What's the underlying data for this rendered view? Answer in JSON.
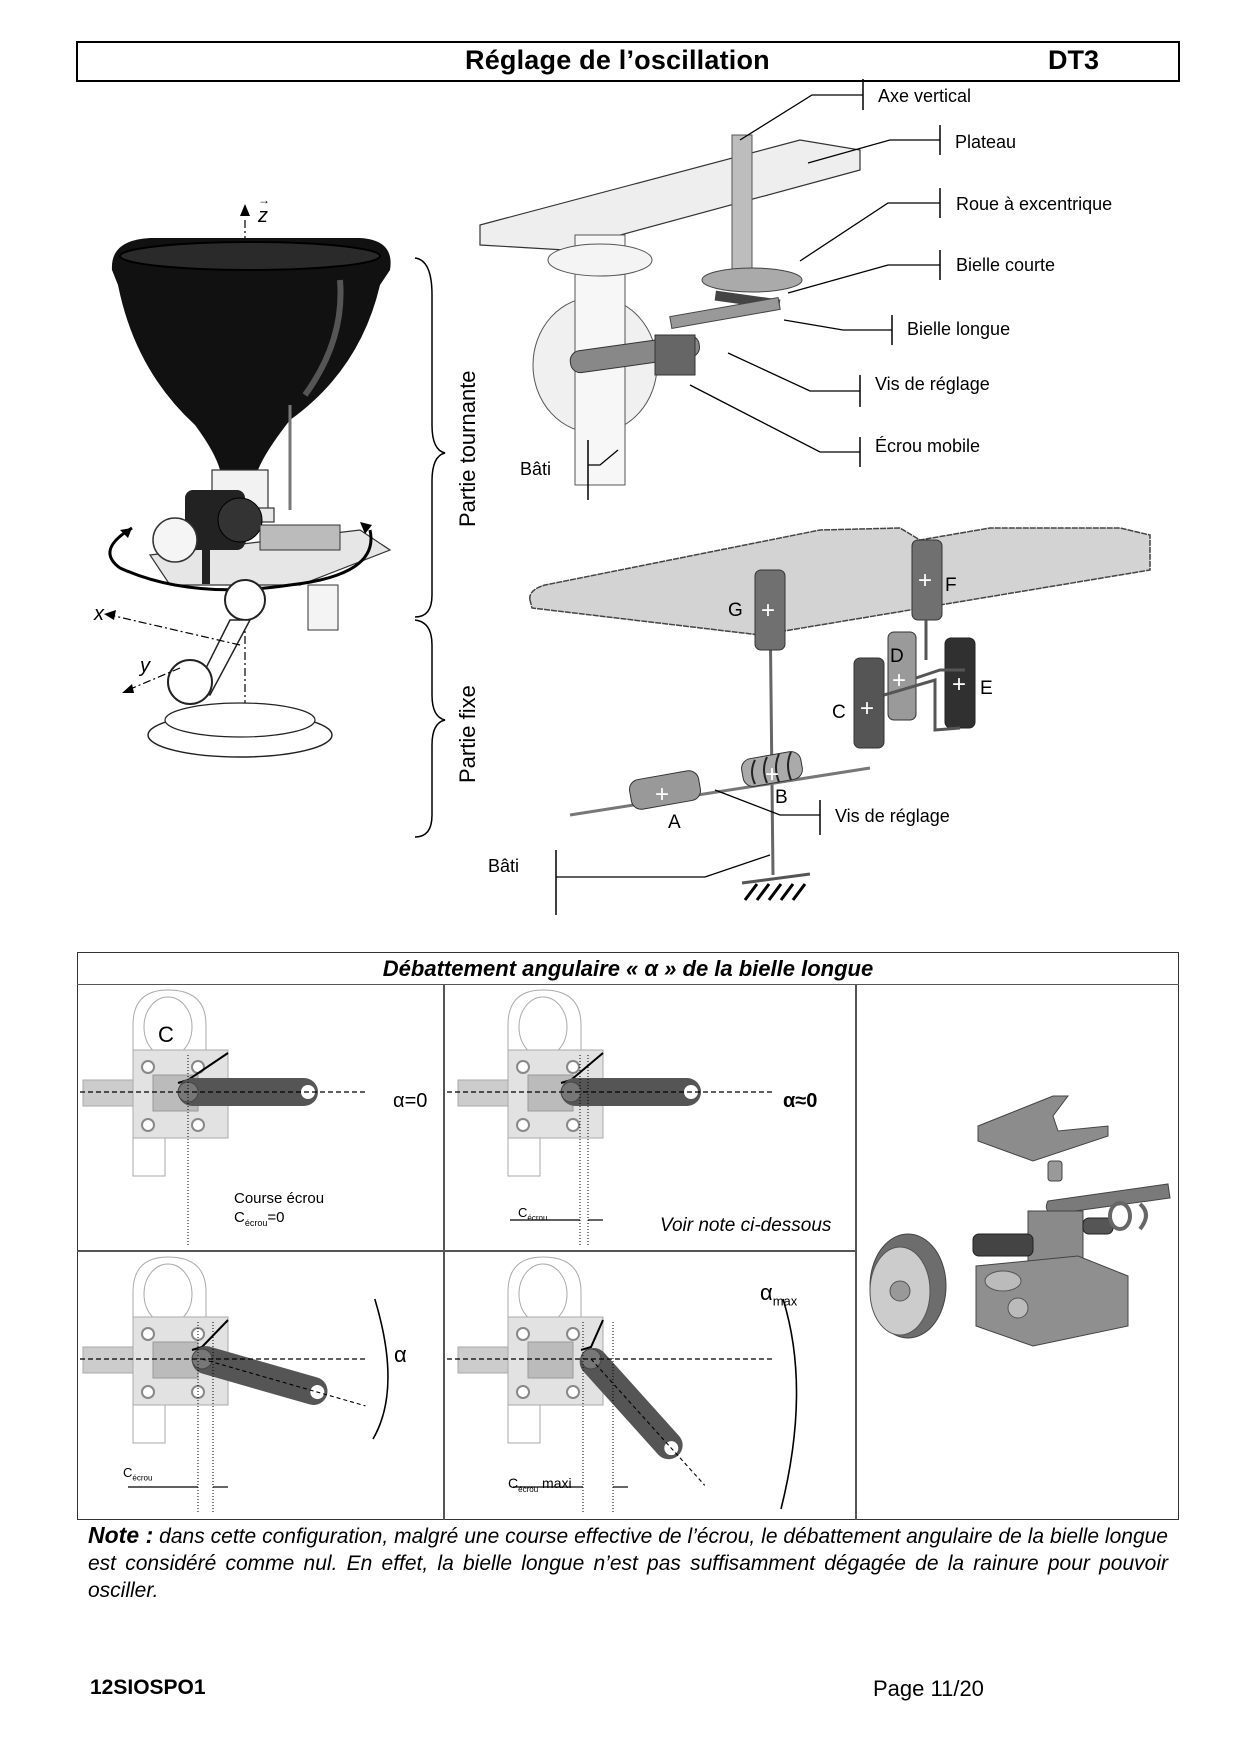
{
  "header": {
    "title": "Réglage de l’oscillation",
    "code": "DT3"
  },
  "left_figure": {
    "axis_z": "z",
    "axis_x": "x",
    "axis_y": "y",
    "brace_rotating": "Partie tournante",
    "brace_fixed": "Partie fixe"
  },
  "top_right_figure": {
    "labels": [
      "Axe vertical",
      "Plateau",
      "Roue à excentrique",
      "Bielle courte",
      "Bielle longue",
      "Vis de réglage",
      "Écrou mobile",
      "Bâti"
    ]
  },
  "kinematic_figure": {
    "points": [
      "G",
      "F",
      "D",
      "E",
      "C",
      "B",
      "A"
    ],
    "label_screw": "Vis de réglage",
    "label_frame": "Bâti"
  },
  "table": {
    "caption": "Débattement angulaire « α » de la bielle longue",
    "cells": [
      {
        "alpha_label": "α=0",
        "point_label": "C",
        "course_label": "Course écrou",
        "c_label": "C",
        "c_sub": "écrou",
        "c_value": "=0"
      },
      {
        "alpha_label": "α≈0",
        "c_label": "C",
        "c_sub": "écrou",
        "note_ref": "Voir note ci-dessous"
      },
      {
        "alpha_label": "α",
        "c_label": "C",
        "c_sub": "écrou"
      },
      {
        "alpha_label": "α",
        "alpha_sub": "max",
        "c_label": "C",
        "c_sub": "écrou",
        "c_suffix": " maxi"
      }
    ]
  },
  "note": {
    "prefix": "Note :",
    "text": " dans cette configuration, malgré une course effective de l’écrou, le débattement angulaire de la bielle longue est considéré comme nul. En effet, la bielle longue n’est pas suffisamment dégagée de la rainure pour pouvoir osciller."
  },
  "footer": {
    "code": "12SIOSPO1",
    "page": "Page 11/20"
  }
}
